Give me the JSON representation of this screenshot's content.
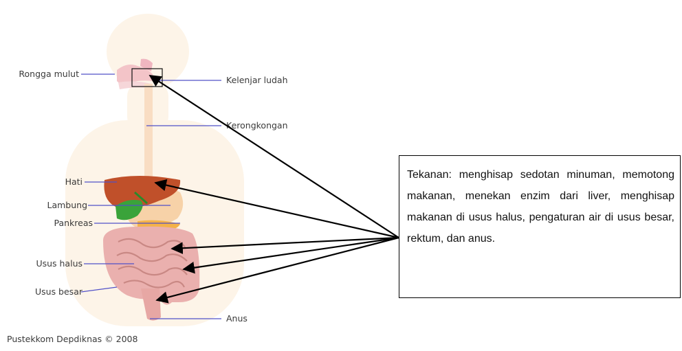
{
  "labels": {
    "rongga_mulut": "Rongga mulut",
    "kelenjar_ludah": "Kelenjar ludah",
    "kerongkongan": "Kerongkongan",
    "hati": "Hati",
    "lambung": "Lambung",
    "pankreas": "Pankreas",
    "usus_halus": "Usus halus",
    "usus_besar": "Usus besar",
    "anus": "Anus"
  },
  "credit": "Pustekkom Depdiknas © 2008",
  "note": "Tekanan: menghisap sedotan minuman, memotong makanan, menekan enzim dari liver, menghisap makanan di usus halus, pengaturan air di usus besar, rektum, dan anus.",
  "colors": {
    "leader_line": "#5050c8",
    "arrow": "#000000",
    "liver": "#c0502a",
    "gallbladder": "#3aa33a",
    "intestine": "#e7a7a4",
    "body_silhouette": "#fdf4e8"
  }
}
